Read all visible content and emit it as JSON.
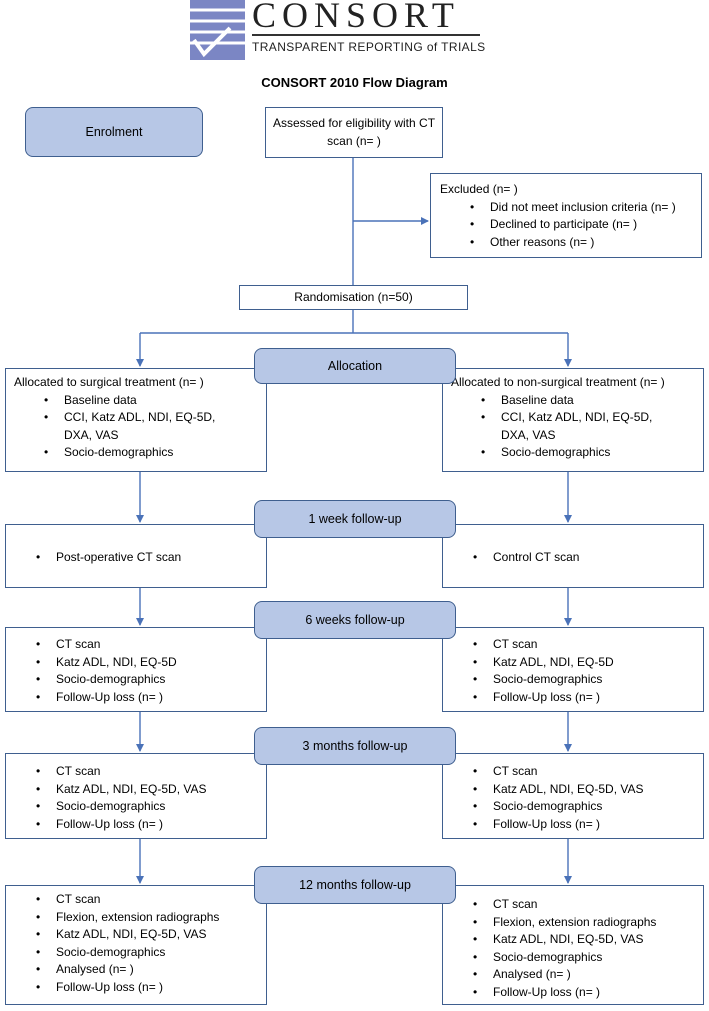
{
  "logo": {
    "name": "CONSORT",
    "tagline": "TRANSPARENT REPORTING of TRIALS",
    "color": "#7b86c4"
  },
  "title": "CONSORT 2010 Flow Diagram",
  "enrolment": {
    "label": "Enrolment",
    "assessed": "Assessed for eligibility with CT scan (n= )",
    "excluded": {
      "title": "Excluded (n= )",
      "items": [
        "Did not meet inclusion criteria (n= )",
        "Declined to participate (n= )",
        "Other reasons (n= )"
      ]
    },
    "randomisation": "Randomisation (n=50)"
  },
  "allocation": {
    "label": "Allocation",
    "left": {
      "title": "Allocated to surgical treatment (n= )",
      "items": [
        "Baseline data",
        "CCI, Katz ADL, NDI, EQ-5D, DXA, VAS",
        "Socio-demographics"
      ]
    },
    "right": {
      "title": "Allocated to non-surgical treatment (n= )",
      "items": [
        "Baseline data",
        "CCI, Katz ADL, NDI, EQ-5D, DXA, VAS",
        "Socio-demographics"
      ]
    }
  },
  "week1": {
    "label": "1 week follow-up",
    "left": [
      "Post-operative CT scan"
    ],
    "right": [
      "Control CT scan"
    ]
  },
  "week6": {
    "label": "6 weeks follow-up",
    "left": [
      "CT scan",
      "Katz ADL, NDI, EQ-5D",
      "Socio-demographics",
      "Follow-Up loss (n= )"
    ],
    "right": [
      "CT scan",
      "Katz ADL, NDI, EQ-5D",
      "Socio-demographics",
      "Follow-Up loss (n= )"
    ]
  },
  "month3": {
    "label": "3 months follow-up",
    "left": [
      "CT scan",
      "Katz ADL, NDI, EQ-5D, VAS",
      "Socio-demographics",
      "Follow-Up loss (n= )"
    ],
    "right": [
      "CT scan",
      "Katz ADL, NDI, EQ-5D, VAS",
      "Socio-demographics",
      "Follow-Up loss (n= )"
    ]
  },
  "month12": {
    "label": "12 months follow-up",
    "left": [
      "CT scan",
      "Flexion, extension radiographs",
      "Katz ADL, NDI, EQ-5D, VAS",
      "Socio-demographics",
      "Analysed (n= )",
      "Follow-Up loss (n= )"
    ],
    "right": [
      "CT scan",
      "Flexion, extension radiographs",
      "Katz ADL, NDI, EQ-5D, VAS",
      "Socio-demographics",
      "Analysed (n= )",
      "Follow-Up loss (n= )"
    ]
  },
  "colors": {
    "line": "#4a72b8",
    "border": "#3f5f8f",
    "stage_fill": "#b7c7e6"
  }
}
